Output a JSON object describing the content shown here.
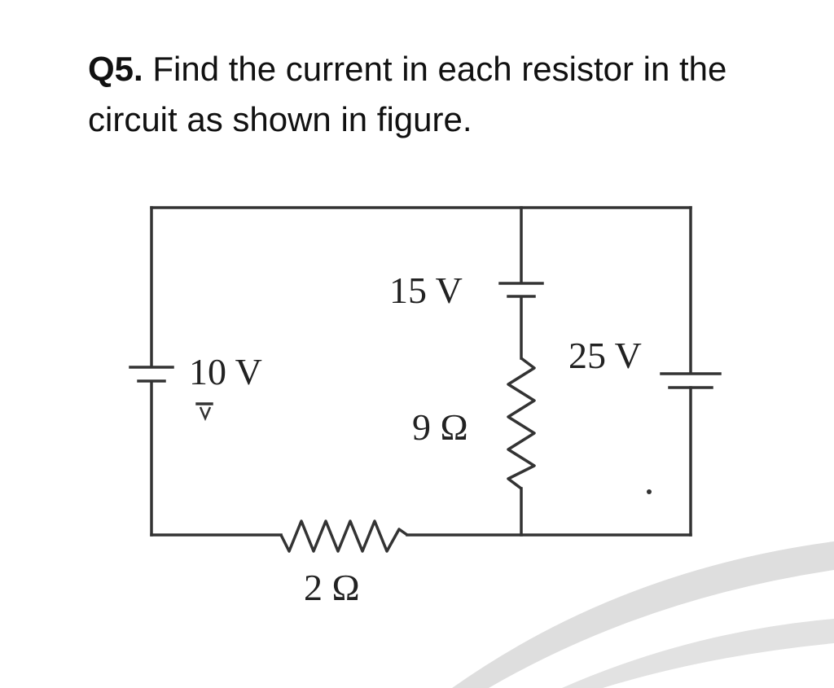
{
  "question": {
    "number": "Q5.",
    "text": "Find the current in each resistor in the circuit as shown in figure."
  },
  "circuit": {
    "batteries": [
      {
        "id": "left",
        "label": "10 V"
      },
      {
        "id": "middle",
        "label": "15 V"
      },
      {
        "id": "right",
        "label": "25 V"
      }
    ],
    "resistors": [
      {
        "id": "middle",
        "label": "9 Ω"
      },
      {
        "id": "bottom",
        "label": "2 Ω"
      }
    ]
  },
  "colors": {
    "text": "#111111",
    "wire": "#333333",
    "watermark": "#d9d9d9"
  }
}
